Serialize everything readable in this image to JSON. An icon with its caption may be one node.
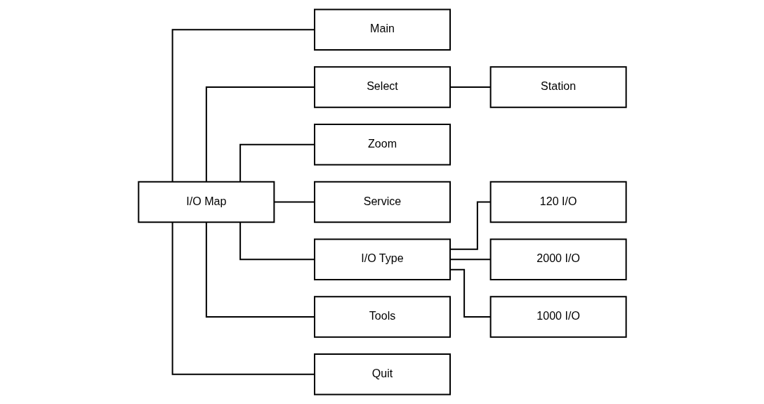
{
  "diagram": {
    "nodes": [
      {
        "text": [
          "I/O Map"
        ]
      },
      {
        "text": [
          "Main"
        ]
      },
      {
        "text": [
          "Select"
        ]
      },
      {
        "text": [
          "Station"
        ]
      },
      {
        "text": [
          "Zoom"
        ]
      },
      {
        "text": [
          "Service"
        ]
      },
      {
        "text": [
          "I/O Type"
        ]
      },
      {
        "text": [
          "120 I/O"
        ]
      },
      {
        "text": [
          "2000 I/O"
        ]
      },
      {
        "text": [
          "1000 I/O"
        ]
      },
      {
        "text": [
          "Tools"
        ]
      },
      {
        "text": [
          "Quit"
        ]
      }
    ],
    "edges": [
      {
        "from": 0,
        "to": 1,
        "arrow": "none"
      },
      {
        "from": 0,
        "to": 2,
        "arrow": "none"
      },
      {
        "from": 0,
        "to": 4,
        "arrow": "none"
      },
      {
        "from": 0,
        "to": 5,
        "arrow": "none"
      },
      {
        "from": 0,
        "to": 6,
        "arrow": "none"
      },
      {
        "from": 0,
        "to": 10,
        "arrow": "none"
      },
      {
        "from": 0,
        "to": 11,
        "arrow": "none"
      },
      {
        "from": 2,
        "to": 3,
        "arrow": "none"
      },
      {
        "from": 6,
        "to": 7,
        "arrow": "none"
      },
      {
        "from": 6,
        "to": 8,
        "arrow": "none"
      },
      {
        "from": 6,
        "to": 9,
        "arrow": "none"
      }
    ]
  }
}
